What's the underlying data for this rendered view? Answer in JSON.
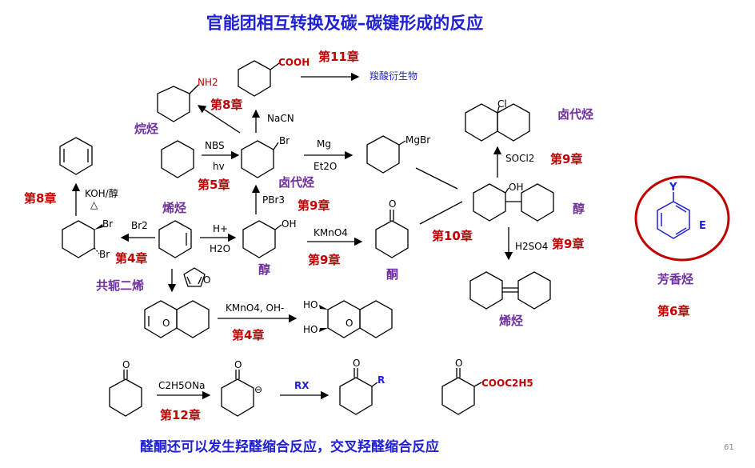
{
  "title": "官能团相互转换及碳–碳键形成的反应",
  "chapters": {
    "ch4a": "第4章",
    "ch4b": "第4章",
    "ch5": "第5章",
    "ch6": "第6章",
    "ch8a": "第8章",
    "ch8b": "第8章",
    "ch9a": "第9章",
    "ch9b": "第9章",
    "ch9c": "第9章",
    "ch9d": "第9章",
    "ch10": "第10章",
    "ch11": "第11章",
    "ch12": "第12章"
  },
  "classes": {
    "alkane": "烷烃",
    "alkene1": "烯烃",
    "alkene2": "烯烃",
    "halide1": "卤代烃",
    "halide2": "卤代烃",
    "alcohol1": "醇",
    "alcohol2": "醇",
    "ketone": "酮",
    "diene": "共轭二烯",
    "aromatic": "芳香烃",
    "acid_deriv": "羧酸衍生物"
  },
  "reagents": {
    "nbs": "NBS",
    "hv": "hv",
    "mg": "Mg",
    "et2o": "Et2O",
    "nacn": "NaCN",
    "pbr3": "PBr3",
    "h_plus": "H+",
    "h2o": "H2O",
    "kmno4": "KMnO4",
    "br2": "Br2",
    "koh": "KOH/醇",
    "delta": "△",
    "socl2": "SOCl2",
    "h2so4": "H2SO4",
    "kmno4_oh": "KMnO4, OH-",
    "c2h5ona": "C2H5ONa",
    "rx": "RX"
  },
  "atoms": {
    "nh2": "NH2",
    "cooh": "COOH",
    "br": "Br",
    "mgbr": "MgBr",
    "oh": "OH",
    "o": "O",
    "cl": "Cl",
    "ho": "HO",
    "y": "Y",
    "e": "E",
    "r": "R",
    "minus": "⊖",
    "cooc2h5": "COOC2H5"
  },
  "footer": "醛酮还可以发生羟醛缩合反应，交叉羟醛缩合反应",
  "page_number": "61",
  "colors": {
    "title": "#1f1fd6",
    "chapter": "#c00000",
    "class": "#7030a0",
    "circle": "#c00000"
  }
}
